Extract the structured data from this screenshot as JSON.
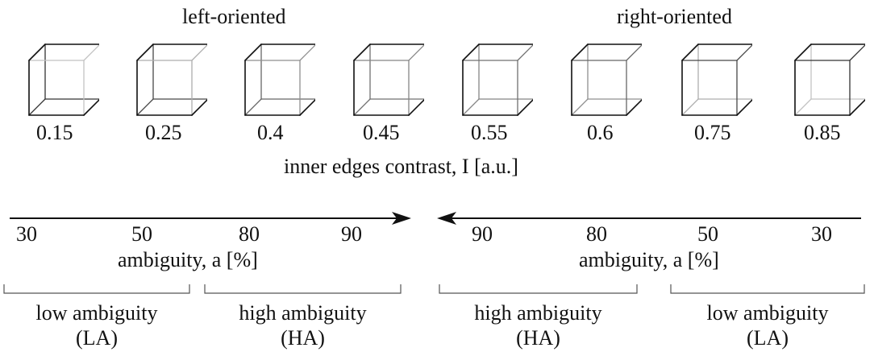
{
  "header": {
    "left_label": "left-oriented",
    "right_label": "right-oriented"
  },
  "cubes": [
    {
      "value": "0.15",
      "contrast": 0.15,
      "orientation": "left"
    },
    {
      "value": "0.25",
      "contrast": 0.25,
      "orientation": "left"
    },
    {
      "value": "0.4",
      "contrast": 0.4,
      "orientation": "left"
    },
    {
      "value": "0.45",
      "contrast": 0.45,
      "orientation": "left"
    },
    {
      "value": "0.55",
      "contrast": 0.55,
      "orientation": "right"
    },
    {
      "value": "0.6",
      "contrast": 0.6,
      "orientation": "right"
    },
    {
      "value": "0.75",
      "contrast": 0.75,
      "orientation": "right"
    },
    {
      "value": "0.85",
      "contrast": 0.85,
      "orientation": "right"
    }
  ],
  "contrast_axis_label": "inner edges contrast, I [a.u.]",
  "ambiguity": {
    "left_ticks": [
      "30",
      "50",
      "80",
      "90"
    ],
    "right_ticks": [
      "90",
      "80",
      "50",
      "30"
    ],
    "left_label": "ambiguity, a [%]",
    "right_label": "ambiguity, a [%]"
  },
  "categories": {
    "left_low": {
      "line1": "low ambiguity",
      "line2": "(LA)"
    },
    "left_high": {
      "line1": "high ambiguity",
      "line2": "(HA)"
    },
    "right_high": {
      "line1": "high ambiguity",
      "line2": "(HA)"
    },
    "right_low": {
      "line1": "low ambiguity",
      "line2": "(LA)"
    }
  },
  "colors": {
    "stroke": "#111111",
    "background": "#ffffff"
  }
}
